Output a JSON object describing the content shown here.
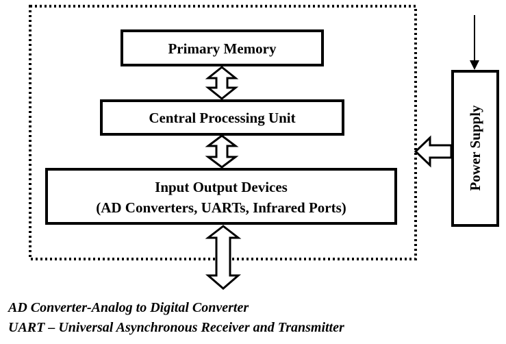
{
  "blocks": {
    "primary_memory": "Primary Memory",
    "cpu": "Central Processing Unit",
    "io_line1": "Input Output Devices",
    "io_line2": "(AD Converters, UARTs, Infrared Ports)",
    "power_supply": "Power Supply"
  },
  "footnotes": {
    "ad": "AD Converter-Analog to Digital Converter",
    "uart": "UART – Universal Asynchronous Receiver and Transmitter"
  }
}
